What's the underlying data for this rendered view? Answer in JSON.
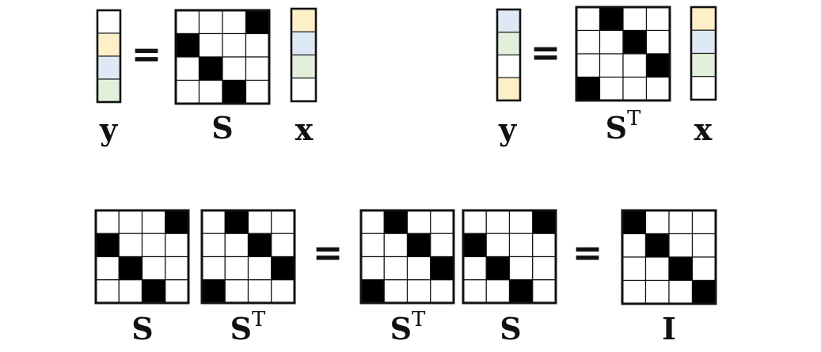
{
  "colors": {
    "black": "#000000",
    "white": "#ffffff",
    "yellow": "#fdf0c8",
    "blue": "#dfe9f6",
    "green": "#e1efdb"
  },
  "equals_sign": "=",
  "matrices": {
    "S": [
      [
        0,
        0,
        0,
        1
      ],
      [
        1,
        0,
        0,
        0
      ],
      [
        0,
        1,
        0,
        0
      ],
      [
        0,
        0,
        1,
        0
      ]
    ],
    "ST": [
      [
        0,
        1,
        0,
        0
      ],
      [
        0,
        0,
        1,
        0
      ],
      [
        0,
        0,
        0,
        1
      ],
      [
        1,
        0,
        0,
        0
      ]
    ],
    "I": [
      [
        1,
        0,
        0,
        0
      ],
      [
        0,
        1,
        0,
        0
      ],
      [
        0,
        0,
        1,
        0
      ],
      [
        0,
        0,
        0,
        1
      ]
    ]
  },
  "vectors": {
    "eq1_y": [
      "white",
      "yellow",
      "blue",
      "green"
    ],
    "eq1_x": [
      "yellow",
      "blue",
      "green",
      "white"
    ],
    "eq2_y": [
      "blue",
      "green",
      "white",
      "yellow"
    ],
    "eq2_x": [
      "yellow",
      "blue",
      "green",
      "white"
    ]
  },
  "labels": {
    "y": "y",
    "x": "x",
    "S": "S",
    "I": "I",
    "transpose": "T"
  }
}
